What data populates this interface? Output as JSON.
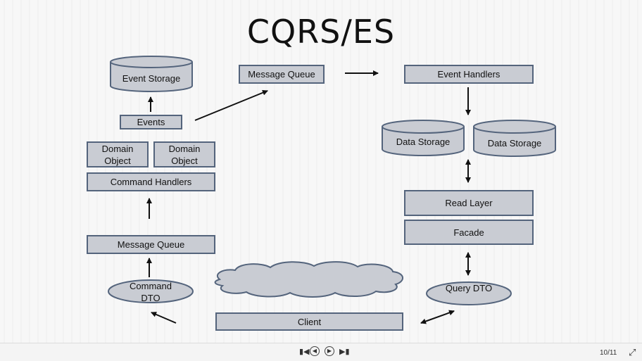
{
  "slide": {
    "title": "CQRS/ES",
    "command_side": {
      "event_storage": "Event Storage",
      "events": "Events",
      "domain_object_1": "Domain Object",
      "domain_object_2": "Domain Object",
      "command_handlers": "Command Handlers",
      "message_queue": "Message Queue",
      "command_dto": "Command DTO"
    },
    "middle": {
      "message_queue": "Message Queue",
      "client": "Client"
    },
    "query_side": {
      "event_handlers": "Event Handlers",
      "data_storage_1": "Data Storage",
      "data_storage_2": "Data Storage",
      "read_layer": "Read Layer",
      "facade": "Facade",
      "query_dto": "Query DTO"
    }
  },
  "player": {
    "counter": "10/11",
    "icons": [
      "first-slide-icon",
      "previous-icon",
      "play-icon",
      "last-slide-icon",
      "fullscreen-icon"
    ]
  },
  "colors": {
    "box_fill": "#c9ccd3",
    "box_border": "#54647c"
  }
}
